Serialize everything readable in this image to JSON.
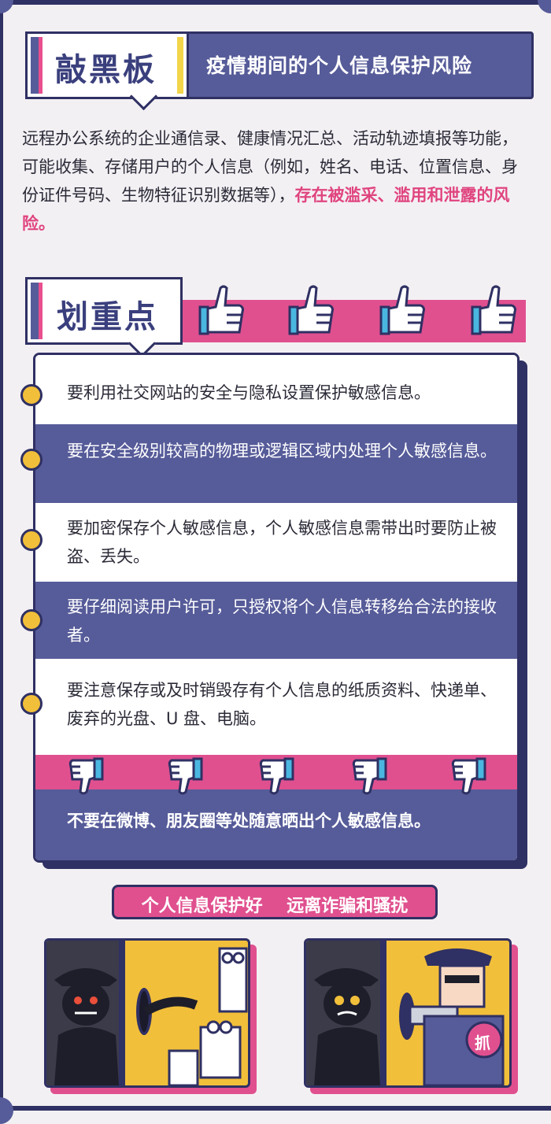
{
  "section1": {
    "tag": "敲黑板",
    "title": "疫情期间的个人信息保护风险",
    "paragraph": "远程办公系统的企业通信录、健康情况汇总、活动轨迹填报等功能，可能收集、存储用户的个人信息（例如，姓名、电话、位置信息、身份证件号码、生物特征识别数据等），",
    "paragraph_highlight": "存在被滥采、滥用和泄露的风险。"
  },
  "section2": {
    "tag": "划重点",
    "items": [
      "要利用社交网站的安全与隐私设置保护敏感信息。",
      "要在安全级别较高的物理或逻辑区域内处理个人敏感信息。",
      "要加密保存个人敏感信息，个人敏感信息需带出时要防止被盗、丢失。",
      "要仔细阅读用户许可，只授权将个人信息转移给合法的接收者。",
      "要注意保存或及时销毁存有个人信息的纸质资料、快递单、废弃的光盘、U 盘、电脑。"
    ],
    "dont": "不要在微博、朋友圈等处随意晒出个人敏感信息。"
  },
  "banner": "个人信息保护好    远离诈骗和骚扰",
  "illustration": {
    "badge": "抓"
  },
  "colors": {
    "navy": "#2f3063",
    "indigo": "#565b99",
    "pink": "#e0508f",
    "yellow": "#f2bf3a",
    "bg": "#f3f0f3"
  },
  "icons": [
    "thumbs-up-icon",
    "thumbs-down-icon",
    "bullet-dot-icon"
  ]
}
